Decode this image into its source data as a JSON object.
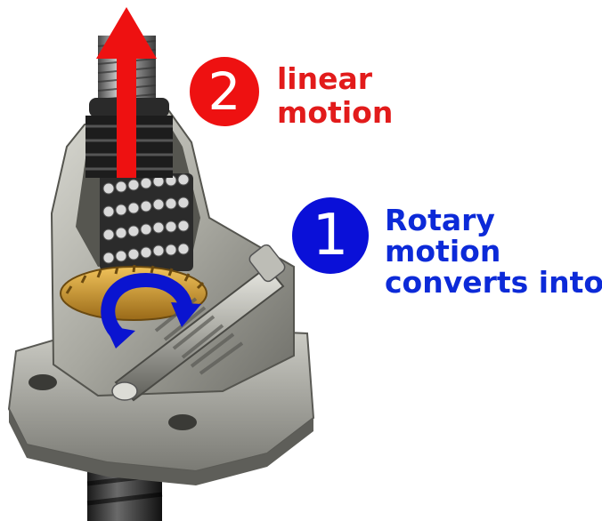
{
  "labels": {
    "step_2": {
      "number": "2",
      "lines": [
        "linear",
        "motion"
      ]
    },
    "step_1": {
      "number": "1",
      "lines": [
        "Rotary",
        "motion",
        "converts into"
      ]
    }
  },
  "icons": {
    "linear_arrow": "arrow-up-icon",
    "rotary_arrow": "rotation-arrow-icon"
  },
  "colors": {
    "step_2": "#ee1111",
    "step_2_text": "#e21b1b",
    "step_1": "#0a10d8",
    "step_1_text": "#0c2ad8"
  }
}
